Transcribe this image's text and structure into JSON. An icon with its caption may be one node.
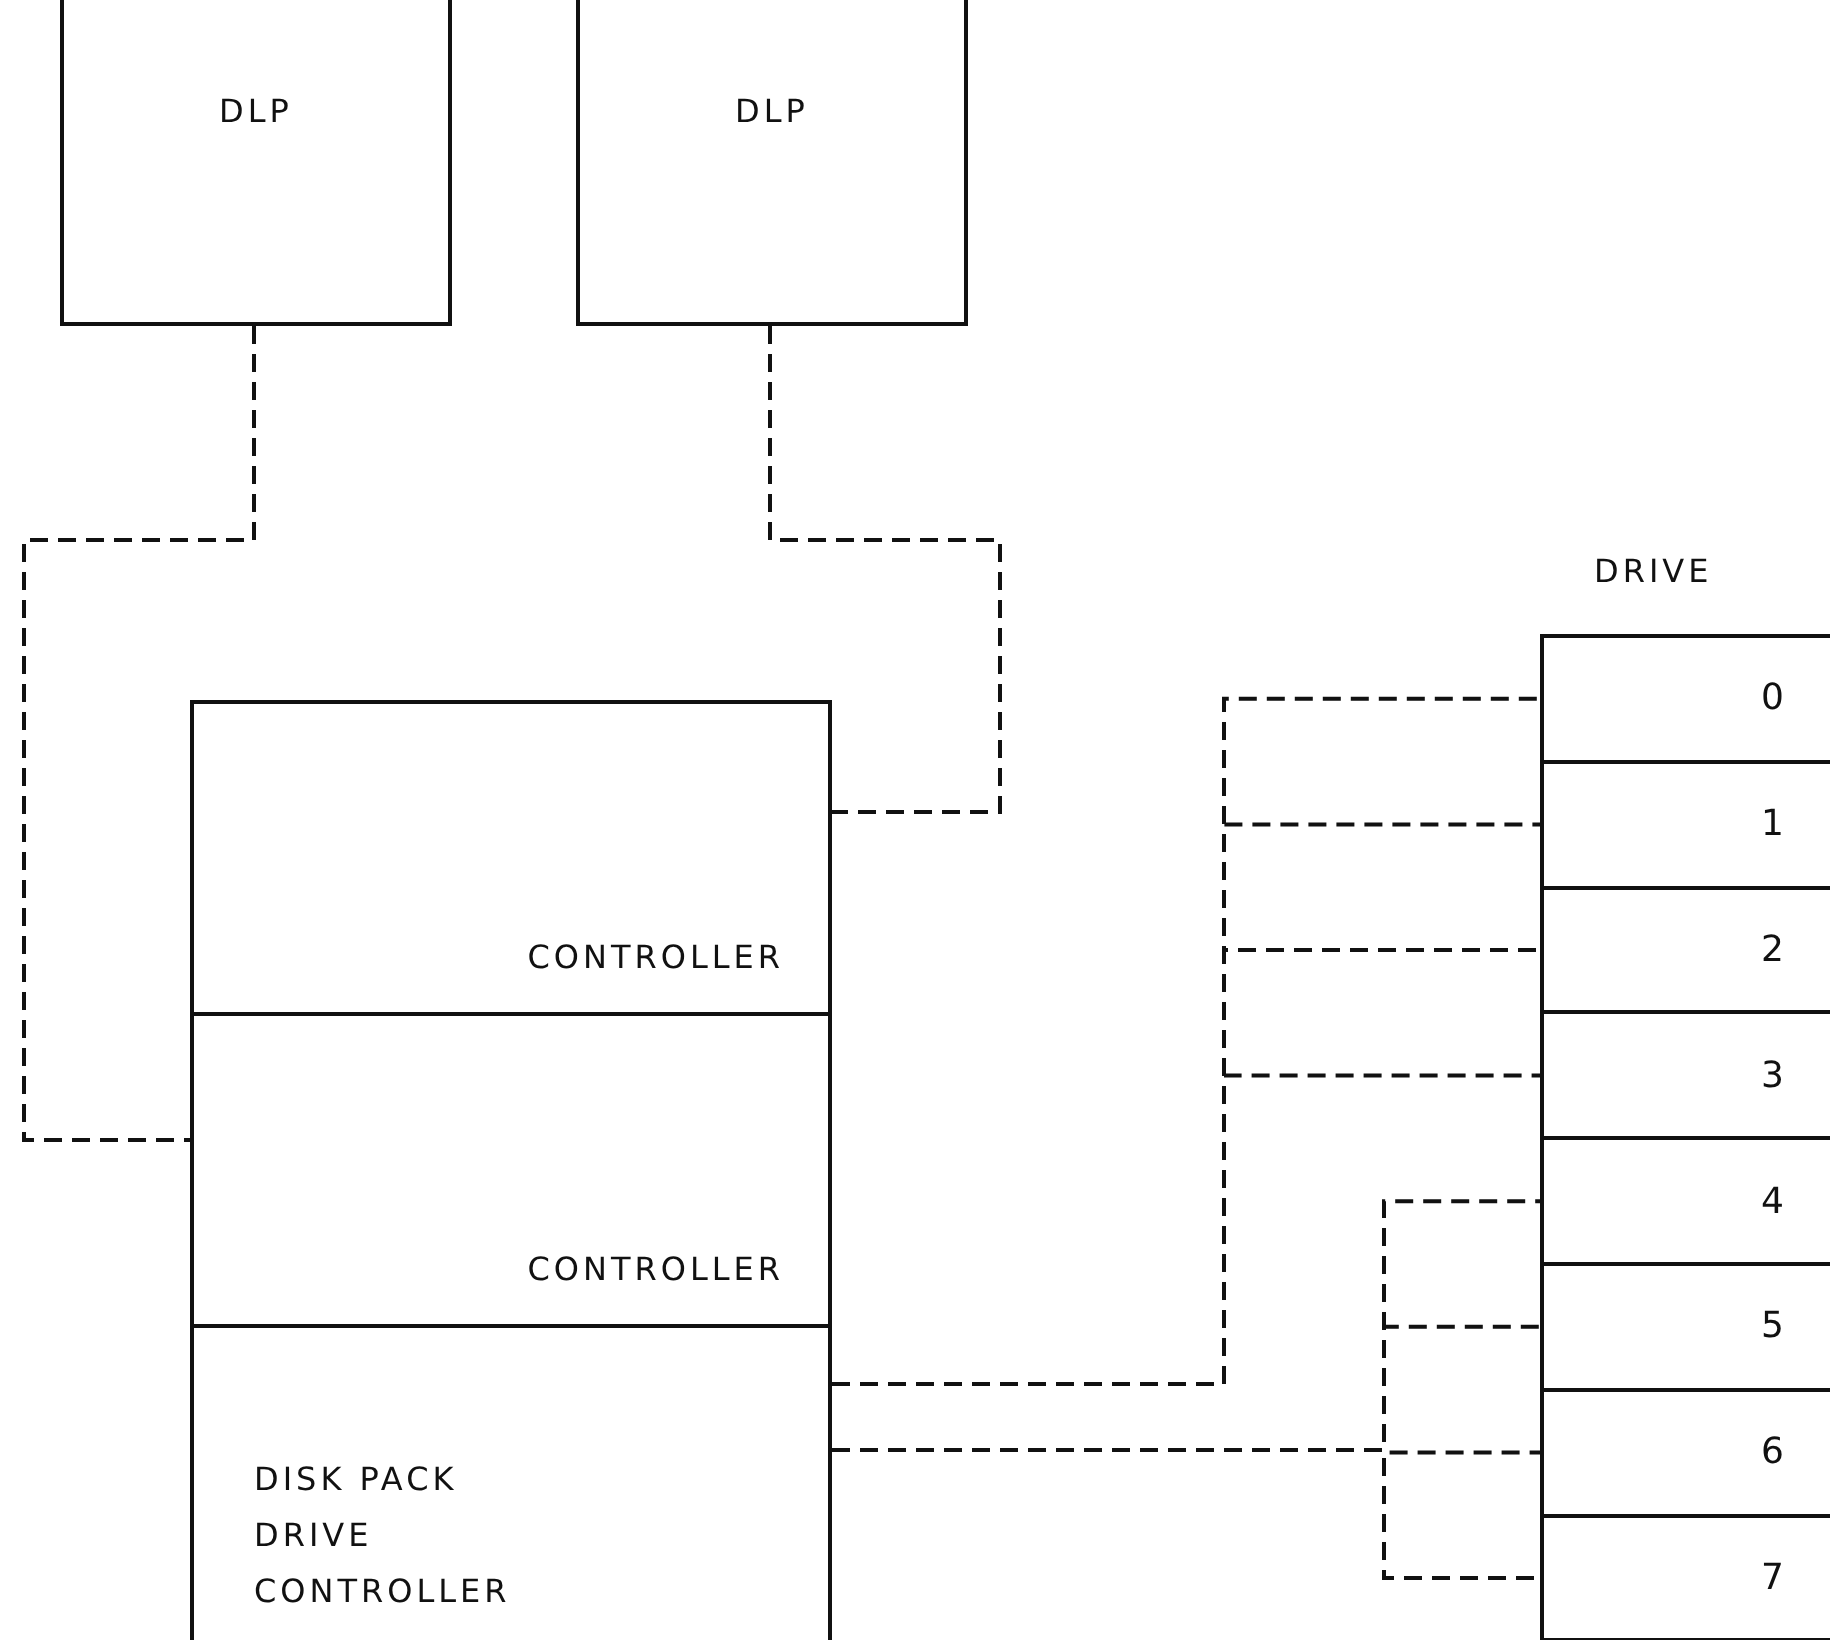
{
  "diagram": {
    "nodes": [
      {
        "text": [
          "DLP"
        ]
      },
      {
        "text": [
          "DLP"
        ]
      },
      {
        "text": [
          "CONTROLLER"
        ]
      },
      {
        "text": [
          "CONTROLLER"
        ]
      },
      {
        "text": [
          "DISK PACK DRIVE CONTROLLER"
        ]
      },
      {
        "text": [
          "0"
        ]
      },
      {
        "text": [
          "1"
        ]
      },
      {
        "text": [
          "2"
        ]
      },
      {
        "text": [
          "3"
        ]
      },
      {
        "text": [
          "4"
        ]
      },
      {
        "text": [
          "5"
        ]
      },
      {
        "text": [
          "6"
        ]
      },
      {
        "text": [
          "7"
        ]
      }
    ],
    "edges": [
      {
        "from": 0,
        "to": 3,
        "arrow": "none",
        "style": "dashed"
      },
      {
        "from": 1,
        "to": 2,
        "arrow": "none",
        "style": "dashed"
      },
      {
        "from": 4,
        "to": 5,
        "arrow": "none",
        "style": "dashed"
      },
      {
        "from": 4,
        "to": 6,
        "arrow": "none",
        "style": "dashed"
      },
      {
        "from": 4,
        "to": 7,
        "arrow": "none",
        "style": "dashed"
      },
      {
        "from": 4,
        "to": 8,
        "arrow": "none",
        "style": "dashed"
      },
      {
        "from": 4,
        "to": 9,
        "arrow": "none",
        "style": "dashed"
      },
      {
        "from": 4,
        "to": 10,
        "arrow": "none",
        "style": "dashed"
      },
      {
        "from": 4,
        "to": 11,
        "arrow": "none",
        "style": "dashed"
      },
      {
        "from": 4,
        "to": 12,
        "arrow": "none",
        "style": "dashed"
      }
    ],
    "labels": [
      "DRIVE"
    ]
  }
}
